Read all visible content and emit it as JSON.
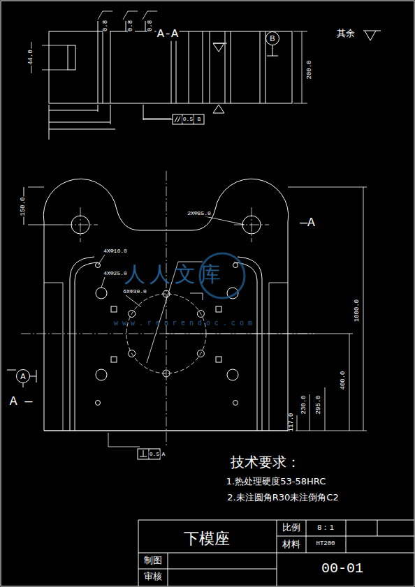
{
  "diagram": {
    "nodes": [
      {
        "text": [
          "B"
        ]
      },
      {
        "text": [
          "A"
        ]
      }
    ],
    "labels": [
      "0.8",
      "0.8",
      "0.8",
      "A-A",
      "其余",
      "44.0",
      "200.0",
      "0.5",
      "B",
      "150.0",
      "2XΦ85.0",
      "—A",
      "4XΦ10.0",
      "4XΦ25.0",
      "6XΦ30.0",
      "1000.0",
      "400.0",
      "295.0",
      "230.0",
      "117.0",
      "A —",
      "0.5",
      "A",
      "技术要求：",
      "1.热处理硬度53-58HRC",
      "2.未注圆角R30未注倒角C2",
      "下模座",
      "比例",
      "8：1",
      "材料",
      "HT200",
      "制图",
      "审核",
      "00-01",
      "人人文库",
      "www.renrendoc.com"
    ]
  }
}
